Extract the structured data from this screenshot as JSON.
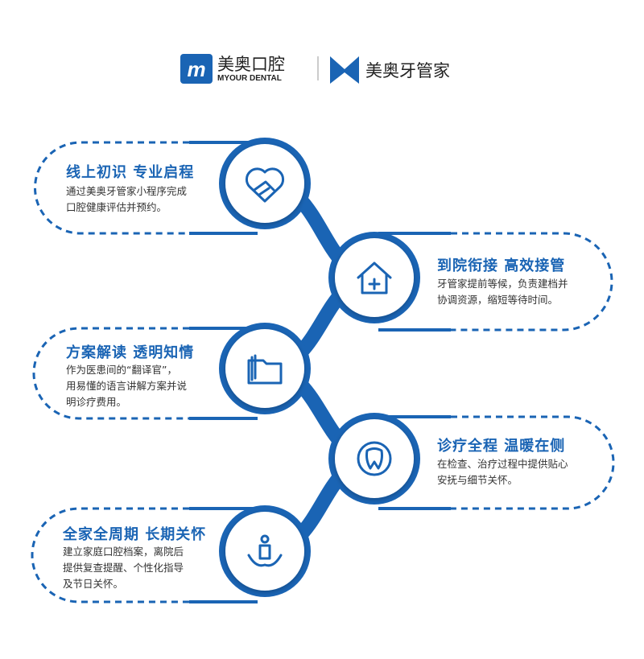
{
  "header": {
    "logo1_cn": "美奥口腔",
    "logo1_en": "MYOUR DENTAL",
    "logo2_cn": "美奥牙管家"
  },
  "colors": {
    "accent": "#1a64b4",
    "text": "#333333"
  },
  "steps": [
    {
      "title": "线上初识  专业启程",
      "lines": [
        "通过美奥牙管家小程序完成",
        "口腔健康评估并预约。"
      ],
      "icon": "handshake-heart-icon"
    },
    {
      "title": "到院衔接  高效接管",
      "lines": [
        "牙管家提前等候，负责建档并",
        "协调资源，缩短等待时间。"
      ],
      "icon": "hospital-house-icon"
    },
    {
      "title": "方案解读  透明知情",
      "lines": [
        "作为医患间的“翻译官”，",
        "用易懂的语言讲解方案并说",
        "明诊疗费用。"
      ],
      "icon": "folders-icon"
    },
    {
      "title": "诊疗全程  温暖在侧",
      "lines": [
        "在检查、治疗过程中提供贴心",
        "安抚与细节关怀。"
      ],
      "icon": "tooth-care-icon"
    },
    {
      "title": "全家全周期 长期关怀",
      "lines": [
        "建立家庭口腔档案，离院后",
        "提供复查提醒、个性化指导",
        "及节日关怀。"
      ],
      "icon": "family-care-icon"
    }
  ]
}
